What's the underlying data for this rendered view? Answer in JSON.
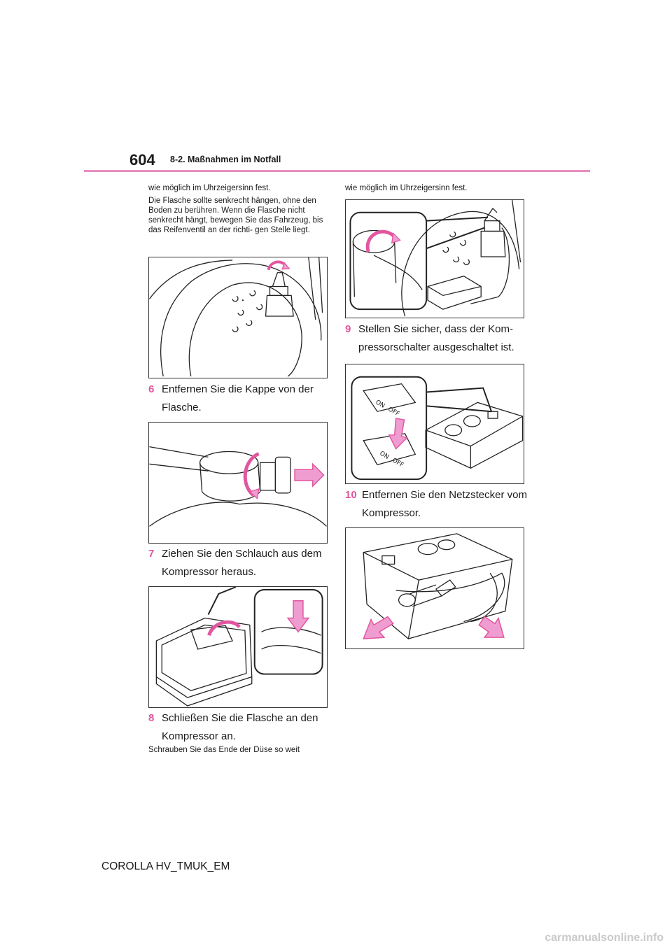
{
  "header": {
    "page_number": "604",
    "section": "8-2. Maßnahmen im Notfall",
    "rule_color": "#e78ec3"
  },
  "left_column": {
    "intro_line": "wie möglich im Uhrzeigersinn fest.",
    "note_paragraph": "Die Flasche sollte senkrecht hängen, ohne den Boden zu berühren. Wenn die Flasche nicht senkrecht hängt, bewegen Sie das Fahrzeug, bis das Reifenventil an der richti- gen Stelle liegt.",
    "step6": {
      "number": "6",
      "text": "Entfernen Sie die Kappe von der Flasche."
    },
    "step7": {
      "number": "7",
      "text": "Ziehen Sie den Schlauch aus dem Kompressor heraus."
    },
    "step8": {
      "number": "8",
      "text": "Schließen Sie die Flasche an den Kompressor an."
    },
    "outro_line": "Schrauben Sie das Ende der Düse so weit"
  },
  "right_column": {
    "intro_line": "wie möglich im Uhrzeigersinn fest.",
    "step9": {
      "number": "9",
      "text": "Stellen Sie sicher, dass der Kom- pressorschalter ausgeschaltet ist."
    },
    "step10": {
      "number": "10",
      "text": "Entfernen Sie den Netzstecker vom Kompressor."
    },
    "switch_labels": {
      "on": "ON",
      "off": "OFF"
    }
  },
  "footer": {
    "model": "COROLLA HV_TMUK_EM"
  },
  "watermark": "carmanualsonline.info",
  "colors": {
    "step_number": "#e2569f",
    "arrow_fill": "#ef9dd0",
    "line": "#222222"
  },
  "icons": [
    "rotate-clockwise-arrow-icon",
    "pull-arrow-icon",
    "push-down-arrow-icon"
  ]
}
